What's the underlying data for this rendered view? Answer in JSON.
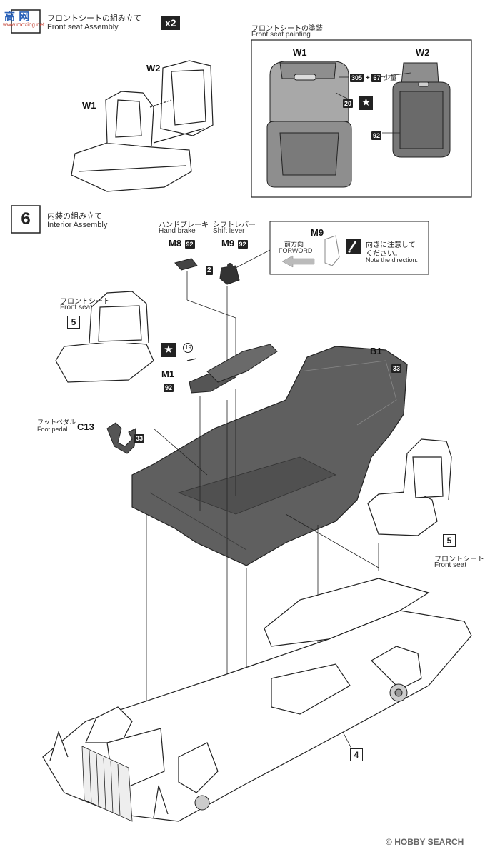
{
  "watermark": {
    "text": "www.moxing.net",
    "logo_text": "高 网"
  },
  "front_seat_assembly": {
    "title_jp": "フロントシートの組み立て",
    "title_en": "Front seat Assembly",
    "multiplier": "x2",
    "part_w1": "W1",
    "part_w2": "W2"
  },
  "front_seat_painting": {
    "title_jp": "フロントシートの塗装",
    "title_en": "Front seat painting",
    "part_w1": "W1",
    "part_w2": "W2",
    "color_a": "305",
    "plus": "+",
    "color_b": "67",
    "small_amount": "少量",
    "color_c": "20",
    "color_d": "92"
  },
  "step6": {
    "number": "6",
    "title_jp": "内装の組み立て",
    "title_en": "Interior Assembly"
  },
  "hand_brake": {
    "label_jp": "ハンドブレーキ",
    "label_en": "Hand brake",
    "part": "M8",
    "color": "92"
  },
  "shift_lever": {
    "label_jp": "シフトレバー",
    "label_en": "Shift lever",
    "part": "M9",
    "color": "92",
    "qty": "2"
  },
  "direction_note": {
    "forward_jp": "前方向",
    "forward_en": "FORWORD",
    "part": "M9",
    "note_jp_1": "向きに注意して",
    "note_jp_2": "ください。",
    "note_en": "Note the direction."
  },
  "front_seat_left": {
    "label_jp": "フロントシート",
    "label_en": "Front seat",
    "ref": "5"
  },
  "front_seat_right": {
    "label_jp": "フロントシート",
    "label_en": "Front seat",
    "ref": "5"
  },
  "console": {
    "part": "M1",
    "color": "92",
    "decal": "19"
  },
  "floor": {
    "part": "B1",
    "color": "33"
  },
  "foot_pedal": {
    "label_jp": "フットペダル",
    "label_en": "Foot pedal",
    "part": "C13",
    "color": "33"
  },
  "chassis": {
    "ref": "4"
  },
  "footer": {
    "copyright": "©",
    "brand": "HOBBY SEARCH"
  }
}
